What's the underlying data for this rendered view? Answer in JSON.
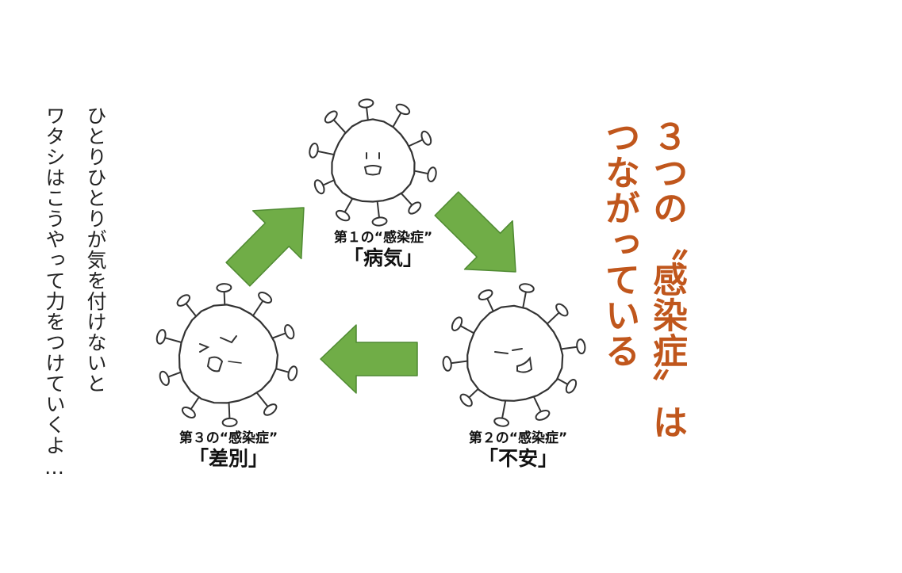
{
  "side_text": {
    "line1": "ひとりひとりが気を付けないと",
    "line2": "ワタシはこうやって力をつけていくよ…"
  },
  "headline": {
    "line1": "３つの〝感染症〟は",
    "line2": "つながっている"
  },
  "stages": [
    {
      "ordinal": "第１の“感染症”",
      "name": "「病気」",
      "face": "neutral"
    },
    {
      "ordinal": "第２の“感染症”",
      "name": "「不安」",
      "face": "smirk"
    },
    {
      "ordinal": "第３の“感染症”",
      "name": "「差別」",
      "face": "angry"
    }
  ],
  "colors": {
    "arrow": "#70ad47",
    "arrow_edge": "#4f8a32",
    "headline": "#c0561c",
    "sketch": "#333333"
  }
}
